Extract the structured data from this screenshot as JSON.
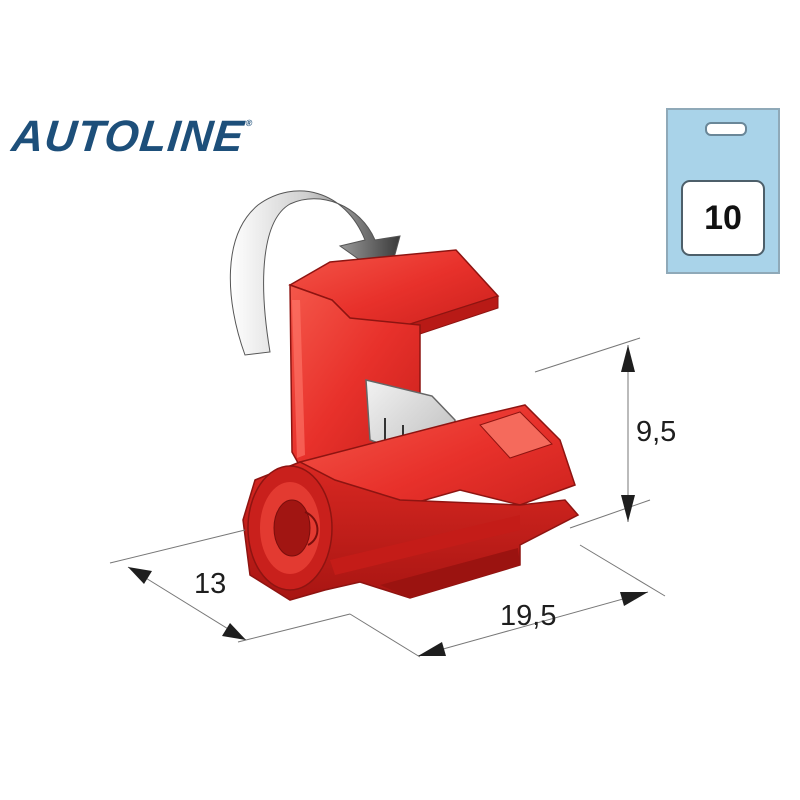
{
  "brand": {
    "name": "AUTOLINE",
    "mark": "®"
  },
  "package": {
    "quantity": "10"
  },
  "dimensions": {
    "height": "9,5",
    "width": "13",
    "length": "19,5"
  },
  "colors": {
    "brand": "#1d4f7a",
    "connector_red": "#e8312b",
    "package_blue": "#a9d3e9",
    "blade_silver": "#d7d7d7"
  },
  "icons": [
    "rotate-arrow-icon",
    "package-icon"
  ]
}
